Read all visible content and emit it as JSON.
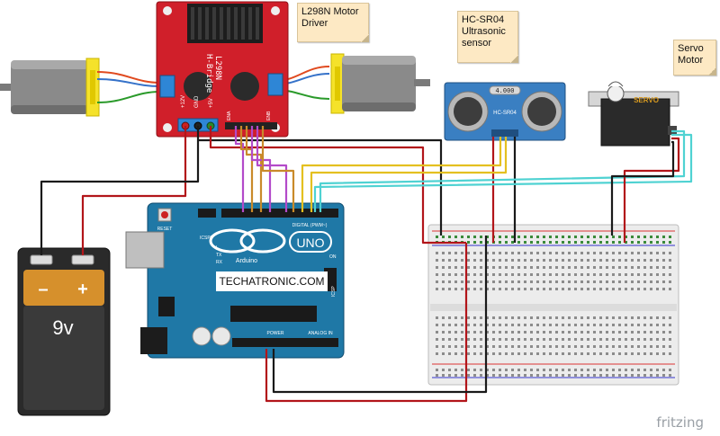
{
  "notes": {
    "driver": "L298N Motor Driver",
    "sensor": "HC-SR04 Ultrasonic sensor",
    "servo": "Servo Motor"
  },
  "driver_board": {
    "title_line1": "L298N",
    "title_line2": "H-Bridge",
    "pin_12v": "+12V",
    "pin_gnd": "GND",
    "pin_5v": "+5V",
    "pin_ena": "ENA",
    "pin_enb": "ENB"
  },
  "sensor_board": {
    "crystal": "4.000",
    "name": "HC-SR04"
  },
  "servo": {
    "label": "SERVO"
  },
  "arduino": {
    "reset": "RESET",
    "icsp2": "ICSP2",
    "uno": "UNO",
    "brand": "Arduino",
    "digital": "DIGITAL (PWM~)",
    "tx": "TX",
    "rx": "RX",
    "l": "L",
    "on": "ON",
    "icsp": "ICSP",
    "power": "POWER",
    "analog": "ANALOG IN",
    "watermark": "TECHATRONIC.COM"
  },
  "battery": {
    "minus": "–",
    "plus": "+",
    "voltage": "9v"
  },
  "footer": {
    "brand": "fritzing"
  },
  "colors": {
    "driver_red": "#d01f2a",
    "arduino_blue": "#1f78a6",
    "sensor_blue": "#3a7fc2",
    "breadboard": "#e9e9e9",
    "wire_red": "#b2151a",
    "wire_black": "#1a1a1a",
    "wire_yellow": "#e4c020",
    "wire_cyan": "#4fd2d2",
    "wire_purple": "#b34ac9",
    "wire_orange": "#c98a2a",
    "note_bg": "#fde9c4"
  }
}
